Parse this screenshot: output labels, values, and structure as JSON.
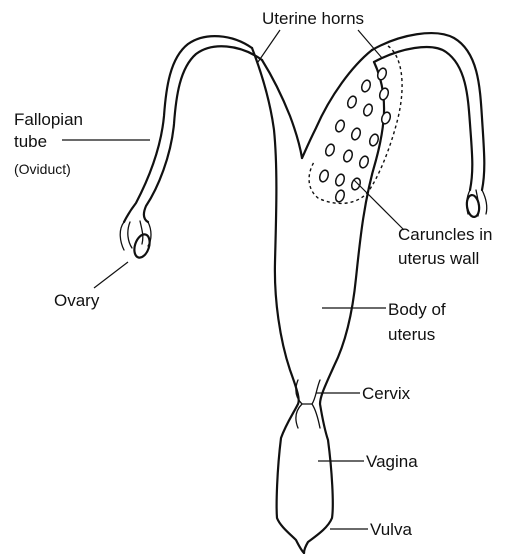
{
  "labels": {
    "uterine_horns": "Uterine horns",
    "fallopian_line1": "Fallopian",
    "fallopian_line2": "tube",
    "oviduct": "(Oviduct)",
    "ovary": "Ovary",
    "caruncles_line1": "Caruncles in",
    "caruncles_line2": "uterus wall",
    "body_line1": "Body of",
    "body_line2": "uterus",
    "cervix": "Cervix",
    "vagina": "Vagina",
    "vulva": "Vulva"
  }
}
